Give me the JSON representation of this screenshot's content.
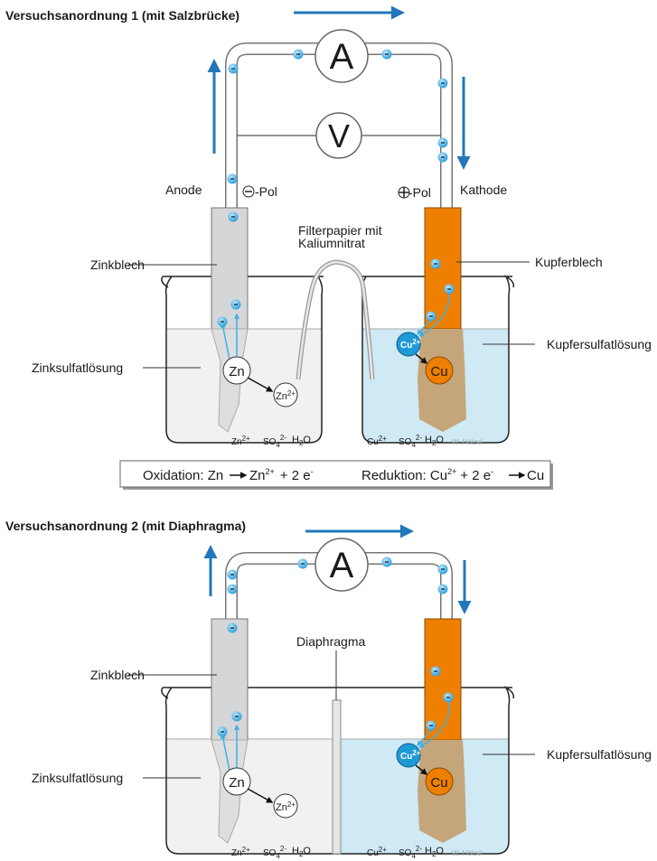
{
  "setup1": {
    "title": "Versuchsanordnung 1 (mit Salzbrücke)",
    "ammeter": "A",
    "voltmeter": "V",
    "anode": "Anode",
    "minus_pole": "-Pol",
    "plus_pole": "-Pol",
    "cathode": "Kathode",
    "filter_paper_line1": "Filterpapier mit",
    "filter_paper_line2": "Kaliumnitrat",
    "zinc_sheet": "Zinkblech",
    "zinc_solution": "Zinksulfatlösung",
    "copper_sheet": "Kupferblech",
    "copper_solution": "Kupfersulfatlösung",
    "author": "W. Hölzel"
  },
  "equations": {
    "oxidation_label": "Oxidation: Zn",
    "oxidation_product": "Zn",
    "oxidation_product_charge": "2+",
    "oxidation_electrons": "+  2 e",
    "reduction_label": "Reduktion:   Cu",
    "reduction_charge": "2+",
    "reduction_electrons": "+ 2 e",
    "reduction_product": "Cu",
    "minus": "-"
  },
  "setup2": {
    "title": "Versuchsanordnung 2 (mit Diaphragma)",
    "ammeter": "A",
    "diaphragm": "Diaphragma",
    "zinc_sheet": "Zinkblech",
    "zinc_solution": "Zinksulfatlösung",
    "copper_solution": "Kupfersulfatlösung",
    "author": "W. Hölzel"
  },
  "species": {
    "zn": "Zn",
    "cu": "Cu",
    "charge2p": "2+",
    "so4": "SO",
    "sub4": "4",
    "charge2m": "2-",
    "h": "H",
    "sub2": "2",
    "o": "O"
  },
  "colors": {
    "arrow_blue": "#2277bb",
    "electron_blue": "#3fb0e6",
    "zinc": "#d5d6d8",
    "copper": "#ee7f00",
    "copper_deposit": "#c4a67a",
    "zinc_solution": "#f1f1f1",
    "copper_solution": "#cfe9f5"
  }
}
